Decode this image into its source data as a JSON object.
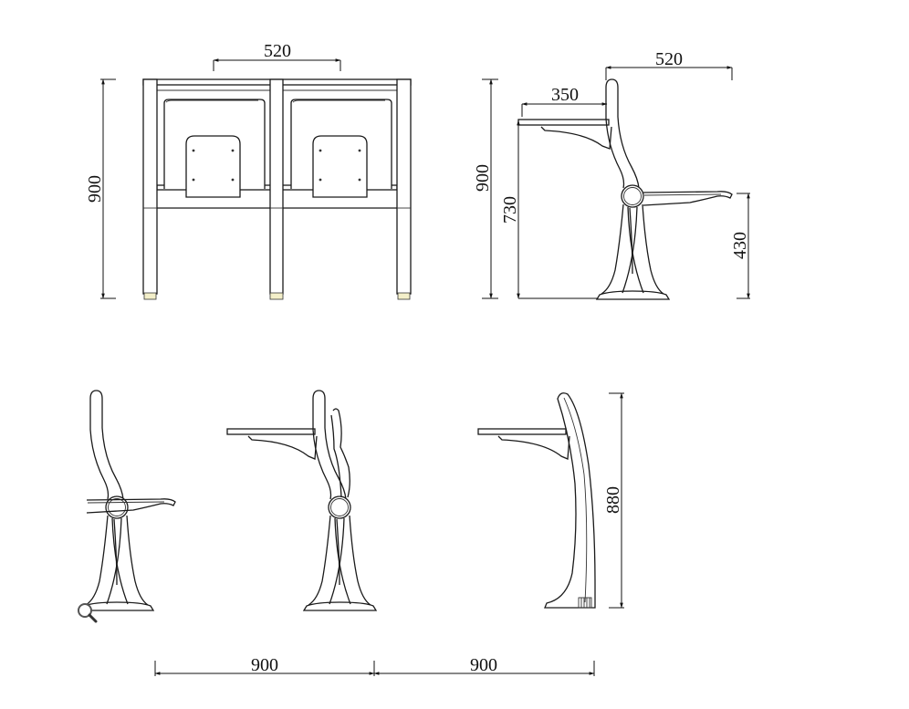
{
  "drawing": {
    "front_view": {
      "width_label": "520",
      "height_label": "900"
    },
    "side_view": {
      "total_height_label": "900",
      "desk_height_label": "730",
      "desk_depth_label": "350",
      "chair_depth_label": "520",
      "seat_height_label": "430"
    },
    "bottom_views": {
      "desk_height_label": "880",
      "spacing_label_1": "900",
      "spacing_label_2": "900"
    },
    "icons": {
      "zoom": "magnifier-icon"
    },
    "colors": {
      "line": "#1a1a1a",
      "foot_pad": "#f3efc9"
    }
  }
}
